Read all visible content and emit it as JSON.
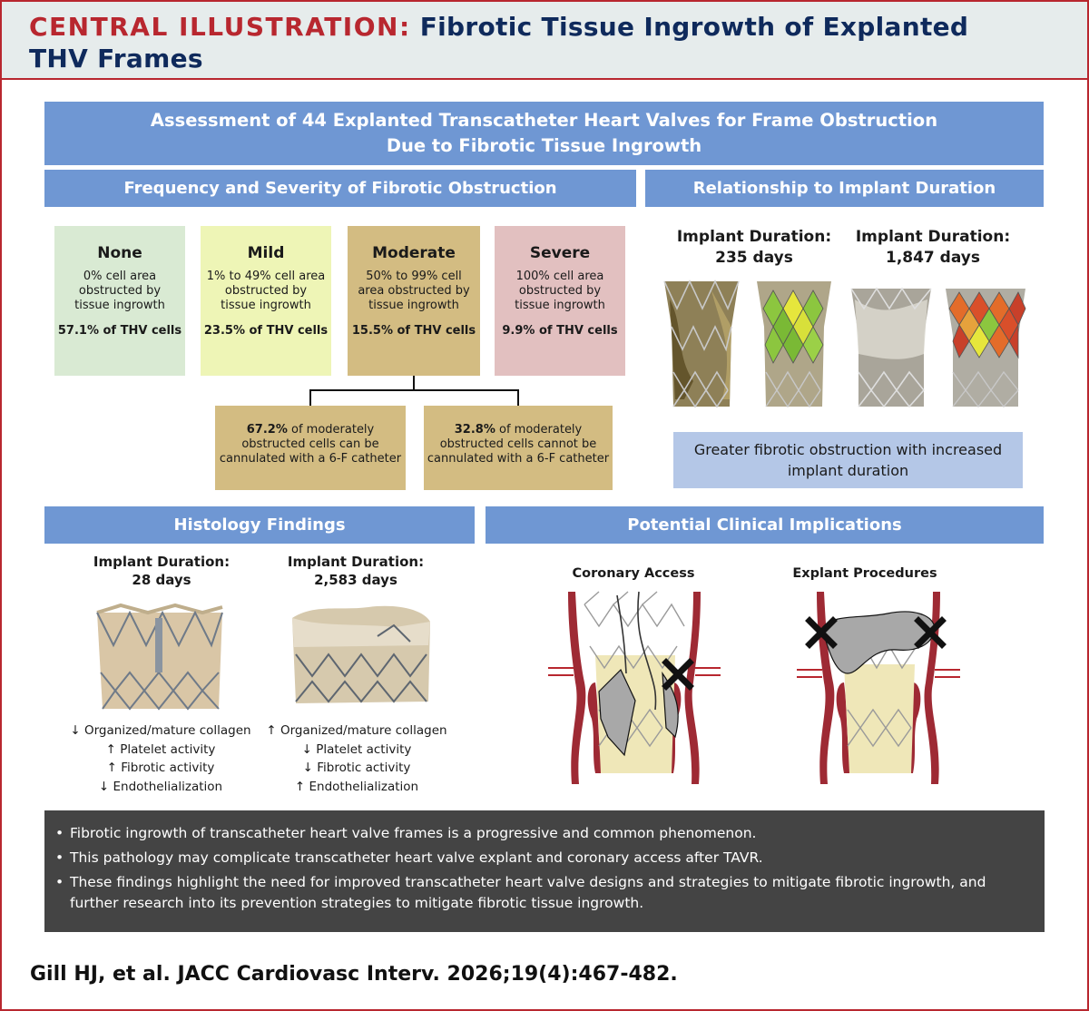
{
  "header": {
    "label": "CENTRAL ILLUSTRATION:",
    "title": "Fibrotic Tissue Ingrowth of Explanted THV Frames"
  },
  "assessment": {
    "line1": "Assessment of 44 Explanted Transcatheter Heart Valves for Frame Obstruction",
    "line2": "Due to Fibrotic Tissue Ingrowth"
  },
  "frequency": {
    "heading": "Frequency and Severity of Fibrotic Obstruction",
    "categories": [
      {
        "name": "None",
        "description": "0% cell area obstructed by tissue ingrowth",
        "percent": "57.1% of THV cells",
        "color": "#d9ead3"
      },
      {
        "name": "Mild",
        "description": "1% to 49% cell area obstructed by tissue ingrowth",
        "percent": "23.5% of THV cells",
        "color": "#eef5b6"
      },
      {
        "name": "Moderate",
        "description": "50% to 99% cell area obstructed by tissue ingrowth",
        "percent": "15.5% of THV cells",
        "color": "#d3bc82"
      },
      {
        "name": "Severe",
        "description": "100% cell area obstructed by tissue ingrowth",
        "percent": "9.9% of THV cells",
        "color": "#e2c0c0"
      }
    ],
    "moderate_split": [
      {
        "percent": "67.2%",
        "text": "of moderately obstructed cells can be cannulated with a 6-F catheter"
      },
      {
        "percent": "32.8%",
        "text": "of moderately obstructed cells cannot be cannulated with a 6-F catheter"
      }
    ]
  },
  "duration": {
    "heading": "Relationship to Implant Duration",
    "valves": [
      {
        "label": "Implant Duration:",
        "value": "235 days"
      },
      {
        "label": "Implant Duration:",
        "value": "1,847 days"
      }
    ],
    "conclusion": "Greater fibrotic obstruction with increased implant duration"
  },
  "histology": {
    "heading": "Histology Findings",
    "columns": [
      {
        "label": "Implant Duration:",
        "value": "28 days",
        "findings": [
          "↓ Organized/mature collagen",
          "↑ Platelet activity",
          "↑ Fibrotic activity",
          "↓ Endothelialization"
        ]
      },
      {
        "label": "Implant Duration:",
        "value": "2,583 days",
        "findings": [
          "↑ Organized/mature collagen",
          "↓ Platelet activity",
          "↓ Fibrotic activity",
          "↑ Endothelialization"
        ]
      }
    ]
  },
  "implications": {
    "heading": "Potential Clinical Implications",
    "items": [
      {
        "label": "Coronary Access"
      },
      {
        "label": "Explant Procedures"
      }
    ]
  },
  "summary": [
    "Fibrotic ingrowth of transcatheter heart valve frames is a progressive and common phenomenon.",
    "This pathology may complicate transcatheter heart valve explant and coronary access after TAVR.",
    "These findings highlight the need for improved transcatheter heart valve designs and strategies to mitigate fibrotic ingrowth, and further research into its prevention strategies to mitigate fibrotic tissue ingrowth."
  ],
  "citation": "Gill HJ, et al. JACC Cardiovasc Interv. 2026;19(4):467-482.",
  "colors": {
    "accent_red": "#b8272f",
    "navy": "#0f2a5c",
    "section_blue": "#6f97d3",
    "light_blue": "#b4c7e7",
    "summary_gray": "#444444",
    "artery_red": "#9e2a34",
    "tissue_gray": "#a8a8a8"
  }
}
